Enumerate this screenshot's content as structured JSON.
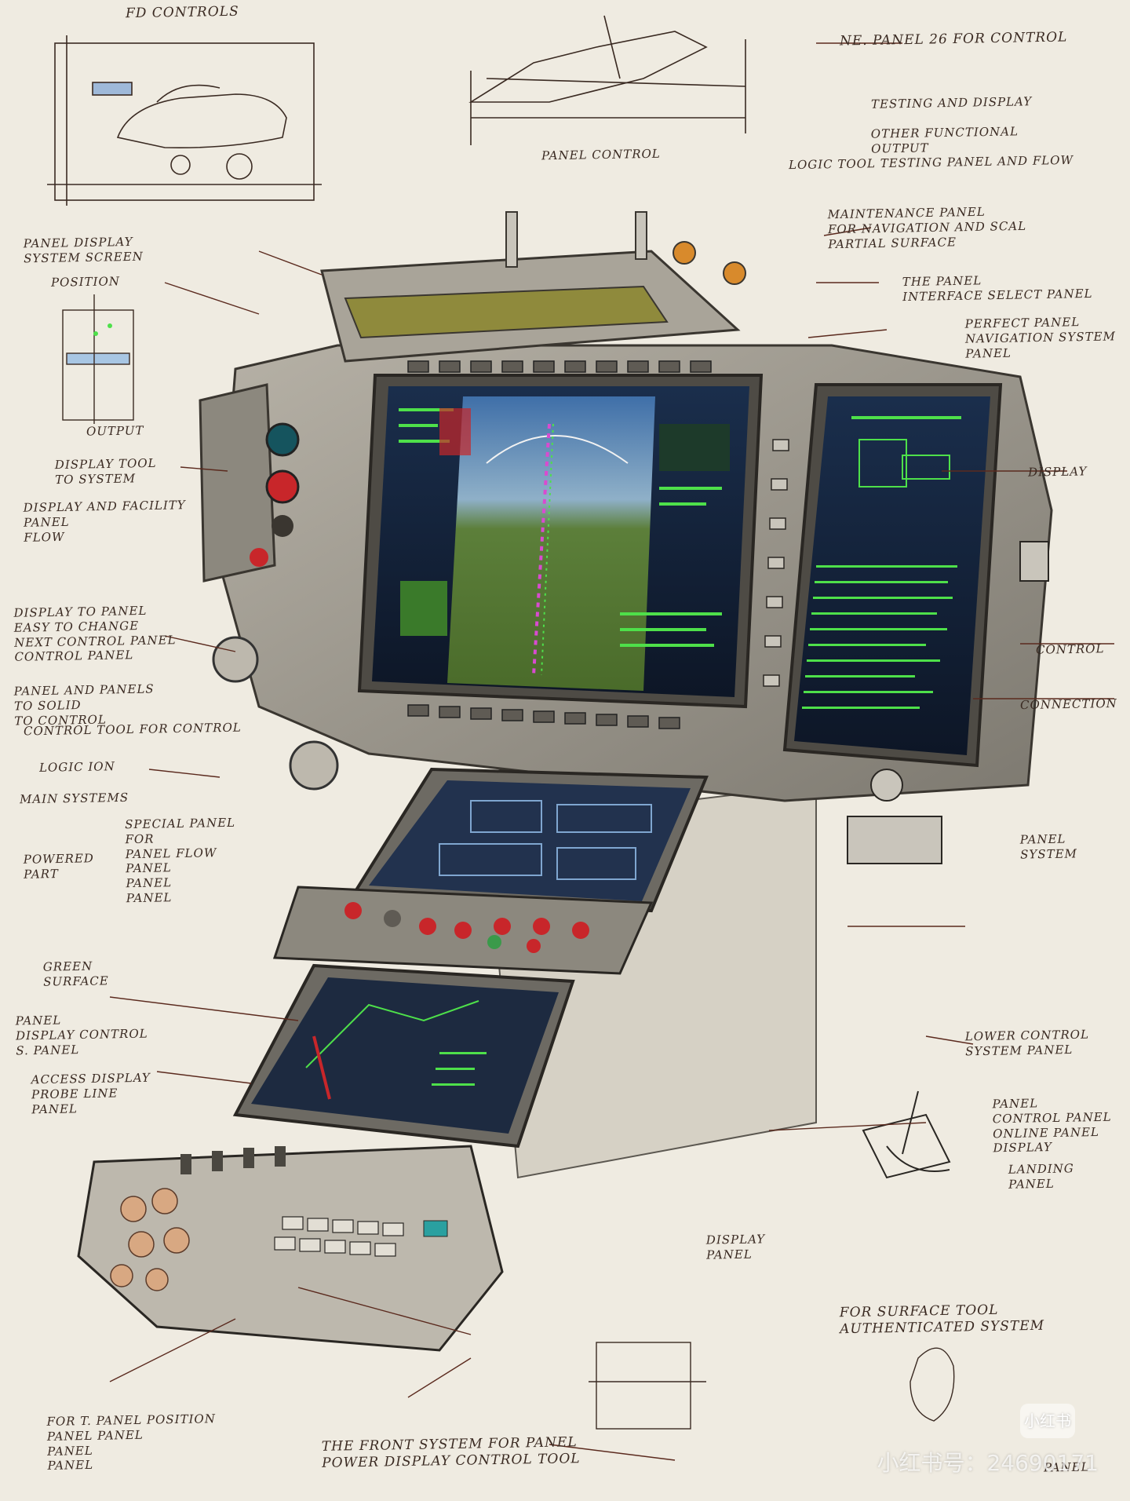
{
  "annotations": {
    "top_left_title": "FD CONTROLS",
    "top_right_1": "NE. PANEL 26 FOR CONTROL",
    "top_right_2": "TESTING AND DISPLAY",
    "top_right_3": "OTHER FUNCTIONAL\nOUTPUT",
    "top_right_4": "LOGIC TOOL TESTING PANEL AND FLOW",
    "mid_right_1": "MAINTENANCE PANEL\nFOR NAVIGATION AND SCAL\nPARTIAL SURFACE",
    "mid_right_2": "THE PANEL\nINTERFACE SELECT PANEL",
    "mid_right_3": "PERFECT PANEL\nNAVIGATION SYSTEM\nPANEL",
    "left_1": "PANEL DISPLAY\nSYSTEM SCREEN",
    "left_2": "POSITION",
    "left_3": "OUTPUT",
    "left_4": "DISPLAY TOOL\nTO SYSTEM",
    "left_5": "DISPLAY AND FACILITY\nPANEL\nFLOW",
    "left_6": "DISPLAY TO PANEL\nEASY TO CHANGE\nNEXT CONTROL PANEL\nCONTROL PANEL",
    "left_7": "PANEL AND PANELS\nTO SOLID\nTO CONTROL",
    "left_8": "CONTROL TOOL FOR CONTROL",
    "left_9": "LOGIC  ION",
    "left_10": "MAIN SYSTEMS",
    "left_11": "SPECIAL PANEL\nFOR\nPANEL FLOW\nPANEL\nPANEL\nPANEL",
    "left_12": "POWERED\nPART",
    "left_13": "GREEN\nSURFACE",
    "left_14": "PANEL\nDISPLAY CONTROL\nS. PANEL",
    "left_15": "ACCESS DISPLAY\nPROBE LINE\nPANEL",
    "right_1": "DISPLAY",
    "right_2": "CONTROL",
    "right_3": "CONNECTION",
    "right_4": "PANEL\nSYSTEM",
    "right_5": "LOWER CONTROL\nSYSTEM PANEL",
    "right_6": "PANEL\nCONTROL PANEL\nONLINE PANEL\nDISPLAY",
    "right_7": "LANDING\nPANEL",
    "mid_1": "PANEL CONTROL",
    "mid_2": "DISPLAY\nPANEL",
    "bottom_right_1": "FOR SURFACE TOOL\nAUTHENTICATED SYSTEM",
    "bottom_left_1": "FOR T. PANEL POSITION\nPANEL PANEL\nPANEL\nPANEL",
    "bottom_mid_1": "THE FRONT SYSTEM FOR PANEL\nPOWER DISPLAY CONTROL TOOL",
    "bottom_right_2": "PANEL"
  },
  "watermark": "小红书号：2469017​1",
  "logo_text": "小红书",
  "colors": {
    "paper": "#efebe1",
    "ink": "#3a2a22",
    "metal": "#9c978c",
    "metal_dark": "#6d6a63",
    "screen": "#0f1d33",
    "hud_green": "#4ee04a",
    "accent_red": "#c8262a",
    "accent_orange": "#d88a2c"
  }
}
